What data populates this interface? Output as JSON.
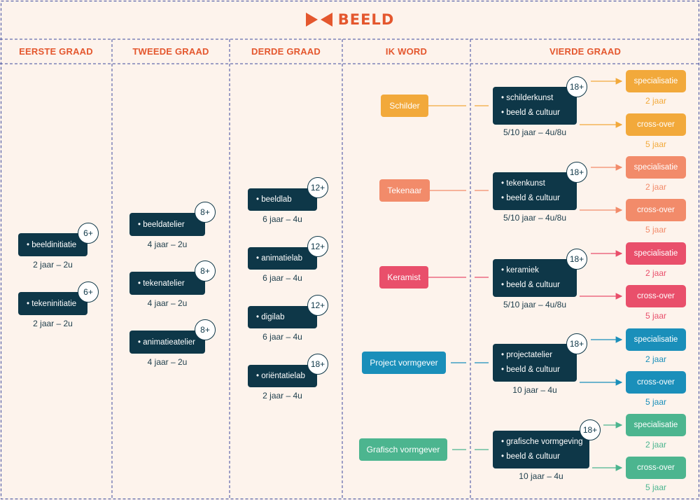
{
  "brand": {
    "name": "BEELD",
    "color": "#e4572e"
  },
  "columns": [
    "EERSTE GRAAD",
    "TWEEDE GRAAD",
    "DERDE GRAAD",
    "IK WORD",
    "VIERDE GRAAD"
  ],
  "eerste_graad": [
    {
      "label": "• beeldinitiatie",
      "badge": "6+",
      "duration": "2 jaar – 2u"
    },
    {
      "label": "• tekeninitiatie",
      "badge": "6+",
      "duration": "2 jaar – 2u"
    }
  ],
  "tweede_graad": [
    {
      "label": "• beeldatelier",
      "badge": "8+",
      "duration": "4 jaar – 2u"
    },
    {
      "label": "• tekenatelier",
      "badge": "8+",
      "duration": "4 jaar – 2u"
    },
    {
      "label": "• animatieatelier",
      "badge": "8+",
      "duration": "4 jaar – 2u"
    }
  ],
  "derde_graad": [
    {
      "label": "• beeldlab",
      "badge": "12+",
      "duration": "6 jaar – 4u"
    },
    {
      "label": "• animatielab",
      "badge": "12+",
      "duration": "6 jaar – 4u"
    },
    {
      "label": "• digilab",
      "badge": "12+",
      "duration": "6 jaar – 4u"
    },
    {
      "label": "• oriëntatielab",
      "badge": "18+",
      "duration": "2 jaar – 4u"
    }
  ],
  "ik_word": [
    {
      "label": "Schilder",
      "color": "#f2a93b"
    },
    {
      "label": "Tekenaar",
      "color": "#f28b6a"
    },
    {
      "label": "Keramist",
      "color": "#e94f6b"
    },
    {
      "label": "Project vormgever",
      "color": "#1a8fba"
    },
    {
      "label": "Grafisch vormgever",
      "color": "#4cb58f"
    }
  ],
  "vierde_graad": [
    {
      "lines": [
        "• schilderkunst",
        "• beeld & cultuur"
      ],
      "badge": "18+",
      "duration": "5/10 jaar – 4u/8u"
    },
    {
      "lines": [
        "• tekenkunst",
        "• beeld & cultuur"
      ],
      "badge": "18+",
      "duration": "5/10 jaar – 4u/8u"
    },
    {
      "lines": [
        "• keramiek",
        "• beeld & cultuur"
      ],
      "badge": "18+",
      "duration": "5/10 jaar – 4u/8u"
    },
    {
      "lines": [
        "• projectatelier",
        "• beeld & cultuur"
      ],
      "badge": "18+",
      "duration": "10 jaar – 4u"
    },
    {
      "lines": [
        "• grafische vormgeving",
        "• beeld & cultuur"
      ],
      "badge": "18+",
      "duration": "10 jaar – 4u"
    }
  ],
  "outcomes": [
    [
      {
        "label": "specialisatie",
        "duration": "2 jaar"
      },
      {
        "label": "cross-over",
        "duration": "5 jaar"
      }
    ],
    [
      {
        "label": "specialisatie",
        "duration": "2 jaar"
      },
      {
        "label": "cross-over",
        "duration": "5 jaar"
      }
    ],
    [
      {
        "label": "specialisatie",
        "duration": "2 jaar"
      },
      {
        "label": "cross-over",
        "duration": "5 jaar"
      }
    ],
    [
      {
        "label": "specialisatie",
        "duration": "2 jaar"
      },
      {
        "label": "cross-over",
        "duration": "5 jaar"
      }
    ],
    [
      {
        "label": "specialisatie",
        "duration": "2 jaar"
      },
      {
        "label": "cross-over",
        "duration": "5 jaar"
      }
    ]
  ],
  "colors": {
    "box": "#0e3748",
    "grid": "#3d4a9e",
    "background": "#fdf3ec"
  }
}
